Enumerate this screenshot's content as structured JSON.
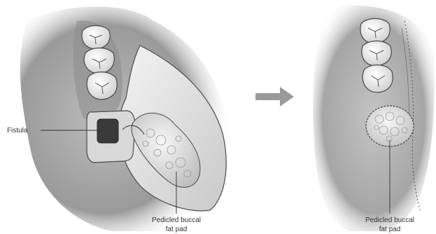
{
  "labels": {
    "fistula": "Fistula",
    "fat_pad_left_line1": "Pedicled buccal",
    "fat_pad_left_line2": "fat pad",
    "fat_pad_right_line1": "Pedicled buccal",
    "fat_pad_right_line2": "fat pad"
  },
  "colors": {
    "tissue_shadow": "#b8b8b8",
    "tissue_dark": "#7a7a7a",
    "fat_pad": "#e6e6e6",
    "tooth": "#f2f2f2",
    "outline": "#4a4a4a",
    "arrow": "#9a9a9a"
  }
}
